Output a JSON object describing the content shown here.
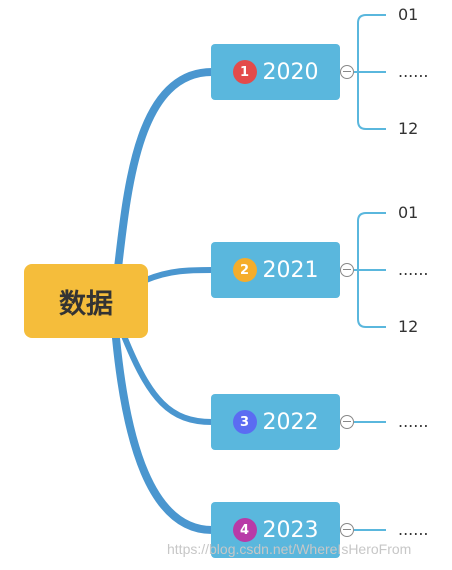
{
  "root": {
    "label": "数据"
  },
  "branches": [
    {
      "number": "1",
      "label": "2020",
      "badge_color": "#e34b4b",
      "children": [
        "01",
        "......",
        "12"
      ]
    },
    {
      "number": "2",
      "label": "2021",
      "badge_color": "#f5ad2b",
      "children": [
        "01",
        "......",
        "12"
      ]
    },
    {
      "number": "3",
      "label": "2022",
      "badge_color": "#5b6cf2",
      "children": [
        "......"
      ]
    },
    {
      "number": "4",
      "label": "2023",
      "badge_color": "#b83aa8",
      "children": [
        "......"
      ]
    }
  ],
  "colors": {
    "root_bg": "#f5bd3b",
    "node_bg": "#5ab7dd",
    "main_connector": "#4a96cf",
    "leaf_connector": "#5ab7dd"
  },
  "watermark": "https://blog.csdn.net/WhereIsHeroFrom"
}
